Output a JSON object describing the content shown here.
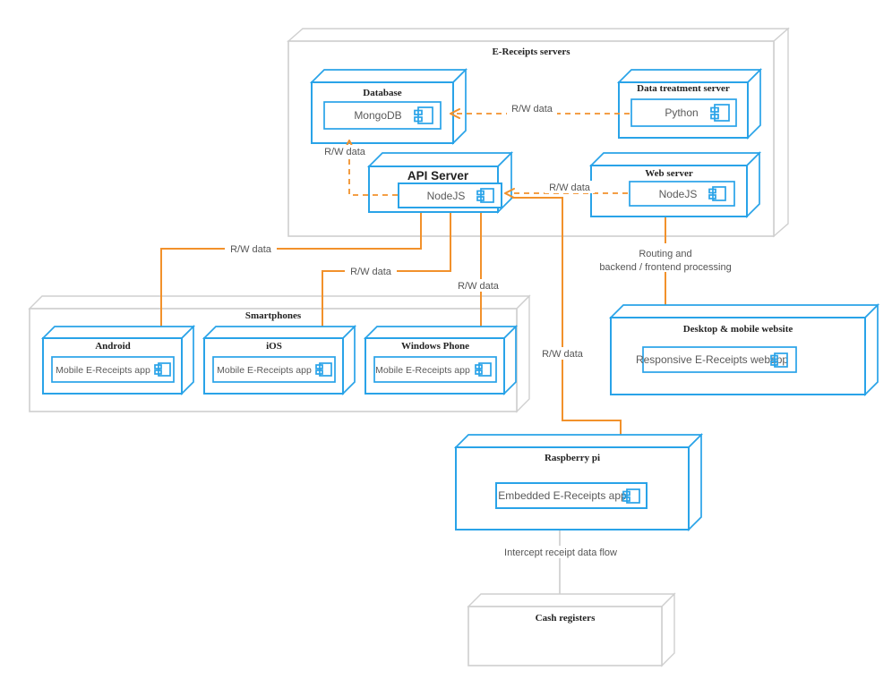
{
  "diagram": {
    "type": "uml-deployment-diagram",
    "title": "E-Receipts deployment architecture"
  },
  "containers": {
    "servers": {
      "title": "E-Receipts servers"
    },
    "smartphones": {
      "title": "Smartphones"
    }
  },
  "nodes": {
    "database": {
      "title": "Database",
      "component": "MongoDB"
    },
    "data_treatment": {
      "title": "Data treatment server",
      "component": "Python"
    },
    "api_server": {
      "title": "API Server",
      "component": "NodeJS"
    },
    "web_server": {
      "title": "Web server",
      "component": "NodeJS"
    },
    "android": {
      "title": "Android",
      "component": "Mobile E-Receipts app"
    },
    "ios": {
      "title": "iOS",
      "component": "Mobile E-Receipts app"
    },
    "windows_phone": {
      "title": "Windows Phone",
      "component": "Mobile E-Receipts app"
    },
    "website": {
      "title": "Desktop & mobile website",
      "component": "Responsive E-Receipts webapp"
    },
    "raspberry_pi": {
      "title": "Raspberry pi",
      "component": "Embedded E-Receipts app"
    },
    "cash_registers": {
      "title": "Cash registers",
      "component": ""
    }
  },
  "edges": {
    "python_to_mongodb": {
      "label": "R/W data",
      "style": "dashed",
      "color": "#f2912b"
    },
    "webserver_to_api": {
      "label": "R/W data",
      "style": "dashed",
      "color": "#f2912b"
    },
    "api_to_database": {
      "label": "R/W data",
      "style": "dashed",
      "color": "#f2912b"
    },
    "android_to_api": {
      "label": "R/W data",
      "style": "solid",
      "color": "#f2912b"
    },
    "ios_to_api": {
      "label": "R/W data",
      "style": "solid",
      "color": "#f2912b"
    },
    "winphone_to_api": {
      "label": "R/W data",
      "style": "solid",
      "color": "#f2912b"
    },
    "raspberry_to_api": {
      "label": "R/W data",
      "style": "solid",
      "color": "#f2912b"
    },
    "webserver_to_website": {
      "label_line1": "Routing and",
      "label_line2": "backend / frontend processing",
      "style": "solid",
      "color": "#f2912b"
    },
    "raspberry_to_cash": {
      "label": "Intercept receipt data flow",
      "style": "solid",
      "color": "#c9c9c9"
    }
  },
  "colors": {
    "node_stroke": "#29a3e8",
    "container_stroke": "#cfcfcf",
    "connector_orange": "#f2912b",
    "connector_grey": "#c9c9c9",
    "text": "#555555"
  },
  "icons": {
    "component": "uml-component-icon"
  }
}
